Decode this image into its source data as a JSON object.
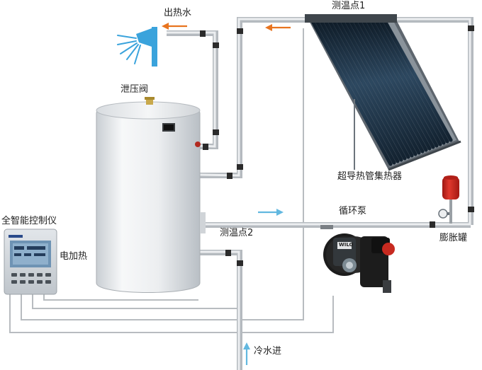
{
  "labels": {
    "hot_water_out": "出热水",
    "temp_point_1": "测温点1",
    "pressure_relief_valve": "泄压阀",
    "collector": "超导热管集热器",
    "controller": "全智能控制仪",
    "pump": "循环泵",
    "temp_point_2": "测温点2",
    "electric_heating": "电加热",
    "expansion_tank": "膨胀罐",
    "cold_water_in": "冷水进"
  },
  "pump_brand": "WILO",
  "colors": {
    "pipe": "#c4c8cc",
    "pipe_highlight": "#eef0f2",
    "fitting": "#2b2b2b",
    "tank_body": "#eceef0",
    "collector_frame": "#6c747c",
    "collector_tube": "#1f3346",
    "hot_arrow": "#e8741f",
    "cold_arrow": "#62b8e0",
    "pump_body": "#1c1c1c",
    "pump_motor": "#7c8a93",
    "expansion_tank": "#d42a22",
    "shower": "#3aa3dc"
  },
  "icons": {
    "shower_head": "shower-icon",
    "pressure_valve": "valve-icon",
    "controller": "controller-icon",
    "pump": "pump-icon",
    "expansion_tank": "tank-icon"
  }
}
